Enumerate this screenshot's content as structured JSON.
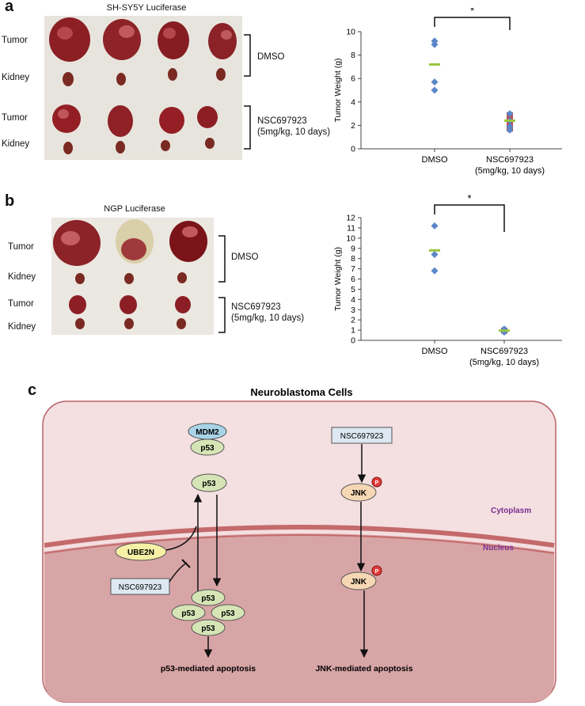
{
  "panel_a": {
    "letter": "a",
    "photo_title": "SH-SY5Y Luciferase",
    "row_labels": [
      "Tumor",
      "Kidney",
      "Tumor",
      "Kidney"
    ],
    "group_labels": [
      "DMSO",
      "NSC697923\n(5mg/kg, 10 days)"
    ]
  },
  "panel_b": {
    "letter": "b",
    "photo_title": "NGP Luciferase",
    "row_labels": [
      "Tumor",
      "Kidney",
      "Tumor",
      "Kidney"
    ],
    "group_labels": [
      "DMSO",
      "NSC697923\n(5mg/kg, 10 days)"
    ]
  },
  "chart_data": [
    {
      "type": "scatter",
      "ylabel": "Tumor Weight (g)",
      "ylim": [
        0,
        10
      ],
      "yticks": [
        0,
        2,
        4,
        6,
        8,
        10
      ],
      "categories": [
        "DMSO",
        "NSC697923\n(5mg/kg, 10 days)"
      ],
      "points": [
        [
          9.2,
          8.9,
          5.7,
          5.0
        ],
        [
          3.0,
          2.4,
          1.9,
          1.6
        ]
      ],
      "means": [
        7.2,
        2.4
      ],
      "significance": "*",
      "colors": {
        "points": "#5b86c9",
        "mean": "#9ac63e",
        "bar": "#c0504d"
      }
    },
    {
      "type": "scatter",
      "ylabel": "Tumor Weight (g)",
      "ylim": [
        0,
        12
      ],
      "yticks": [
        0,
        1,
        2,
        3,
        4,
        5,
        6,
        7,
        8,
        9,
        10,
        11,
        12
      ],
      "categories": [
        "DMSO",
        "NSC697923\n(5mg/kg, 10 days)"
      ],
      "points": [
        [
          11.2,
          8.4,
          6.8
        ],
        [
          1.1,
          0.9,
          0.8
        ]
      ],
      "means": [
        8.8,
        0.95
      ],
      "significance": "*",
      "colors": {
        "points": "#5b86c9",
        "mean": "#9ac63e",
        "bar": "#c0504d"
      }
    }
  ],
  "panel_c": {
    "letter": "c",
    "title": "Neuroblastoma Cells",
    "cytoplasm": "Cytoplasm",
    "nucleus": "Nucleus",
    "mdm2": "MDM2",
    "p53": "p53",
    "ube2n": "UBE2N",
    "drug": "NSC697923",
    "jnk": "JNK",
    "phospho": "P",
    "p53_outcome": "p53-mediated apoptosis",
    "jnk_outcome": "JNK-mediated apoptosis",
    "colors": {
      "cell_fill": "#f4dfe1",
      "nucleus_fill": "#d8a5a6",
      "membrane": "#c46a6b",
      "label_purple": "#7a2f8f",
      "p53_fill": "#d6e5b6",
      "mdm2_fill": "#a9d4e8",
      "ube2n_fill": "#f5f0a5",
      "jnk_fill": "#f6d7b4",
      "drug_fill": "#dde8f2",
      "p_fill": "#e23b3b"
    }
  }
}
